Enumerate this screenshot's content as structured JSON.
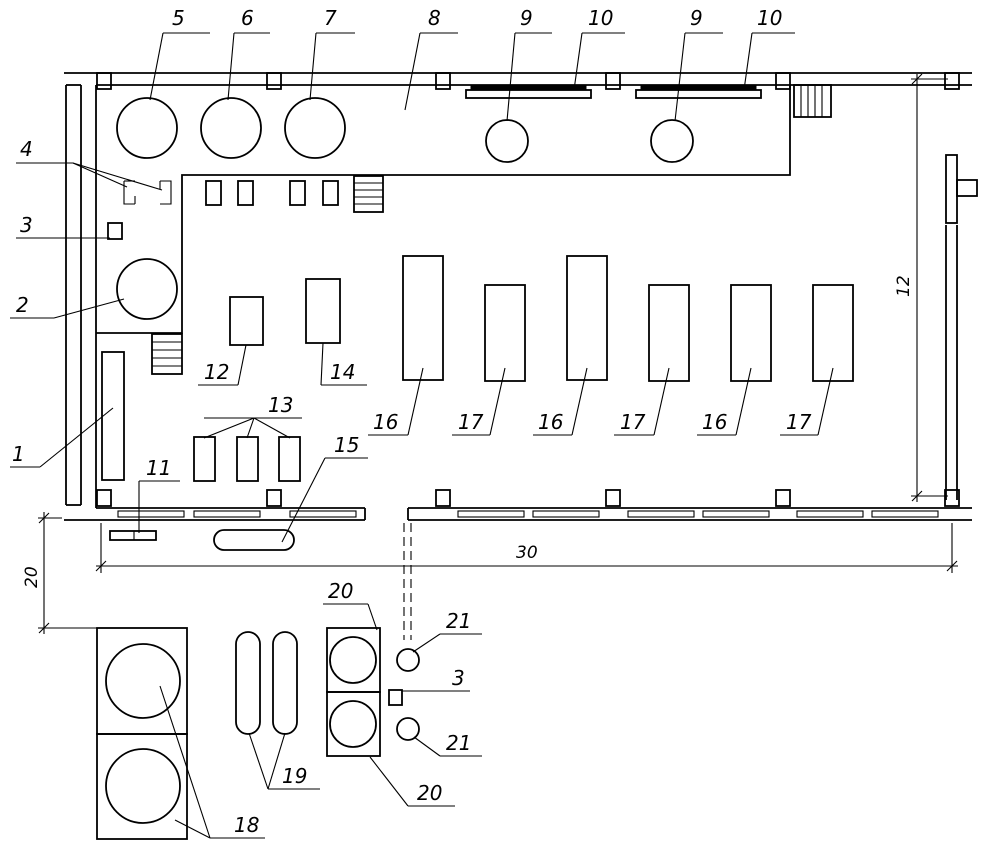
{
  "callouts": {
    "c1": "1",
    "c2": "2",
    "c3a": "3",
    "c3b": "3",
    "c4": "4",
    "c5": "5",
    "c6": "6",
    "c7": "7",
    "c8": "8",
    "c9a": "9",
    "c9b": "9",
    "c10a": "10",
    "c10b": "10",
    "c11": "11",
    "c12": "12",
    "c13": "13",
    "c14": "14",
    "c15": "15",
    "c16a": "16",
    "c16b": "16",
    "c16c": "16",
    "c17a": "17",
    "c17b": "17",
    "c17c": "17",
    "c18": "18",
    "c19": "19",
    "c20a": "20",
    "c20b": "20",
    "c21a": "21",
    "c21b": "21"
  },
  "dimensions": {
    "length": "30",
    "width": "12",
    "offset": "20"
  }
}
